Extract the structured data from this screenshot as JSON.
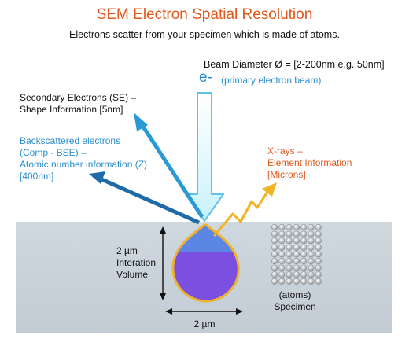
{
  "title": "SEM Electron Spatial Resolution",
  "subtitle": "Electrons scatter from your specimen which is made of atoms.",
  "beam": {
    "diameter_label": "Beam Diameter Ø = [2-200nm e.g. 50nm]",
    "symbol": "e-",
    "primary_label": "(primary electron beam)"
  },
  "secondary": {
    "line1": "Secondary Electrons (SE) –",
    "line2": "Shape Information [5nm]"
  },
  "backscattered": {
    "line1": "Backscattered electrons",
    "line2": "(Comp - BSE) –",
    "line3": "Atomic number information (Z)",
    "line4": "[400nm]"
  },
  "xrays": {
    "line1": "X-rays –",
    "line2": "Element Information",
    "line3": "[Microns]"
  },
  "volume": {
    "height": "2 µm",
    "label1": "Interation",
    "label2": "Volume",
    "width": "2 µm"
  },
  "atoms": {
    "line1": "(atoms)",
    "line2": "Specimen"
  },
  "colors": {
    "title": "#e0581b",
    "secondary": "#2a8fcc",
    "backscattered": "#1f6aa8",
    "xray": "#f0b020",
    "volume": "#7b4fe0",
    "specimen": "#ccd5dc"
  }
}
